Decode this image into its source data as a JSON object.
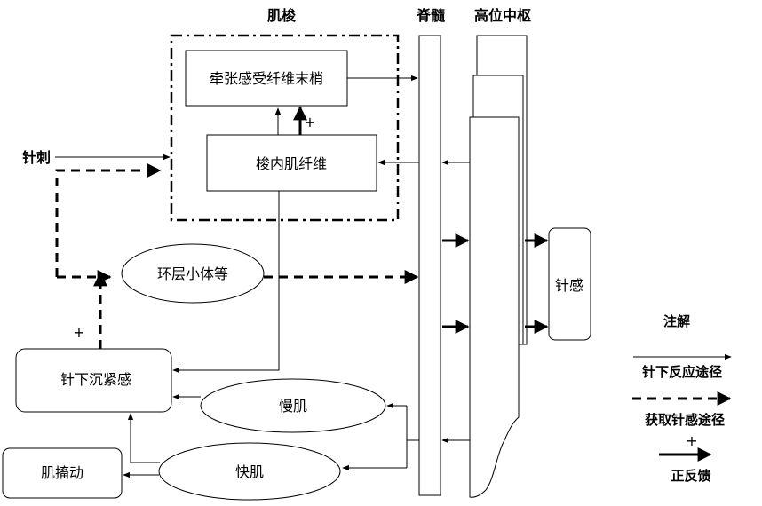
{
  "headers": {
    "muscle_spindle": "肌梭",
    "spinal_cord": "脊髓",
    "higher_center": "高位中枢"
  },
  "nodes": {
    "tension_receptor": "牵张感受纤维末梢",
    "intrafusal_fiber": "梭内肌纤维",
    "needling": "针刺",
    "lamellar_corpuscle": "环层小体等",
    "heaviness": "针下沉紧感",
    "slow_muscle": "慢肌",
    "fast_muscle": "快肌",
    "muscle_twitch": "肌搐动",
    "needle_sensation": "针感"
  },
  "signs": {
    "plus": "+"
  },
  "legend": {
    "title": "注解",
    "reaction_path": "针下反应途径",
    "sensation_path": "获取针感途径",
    "plus": "+",
    "positive_feedback": "正反馈"
  }
}
